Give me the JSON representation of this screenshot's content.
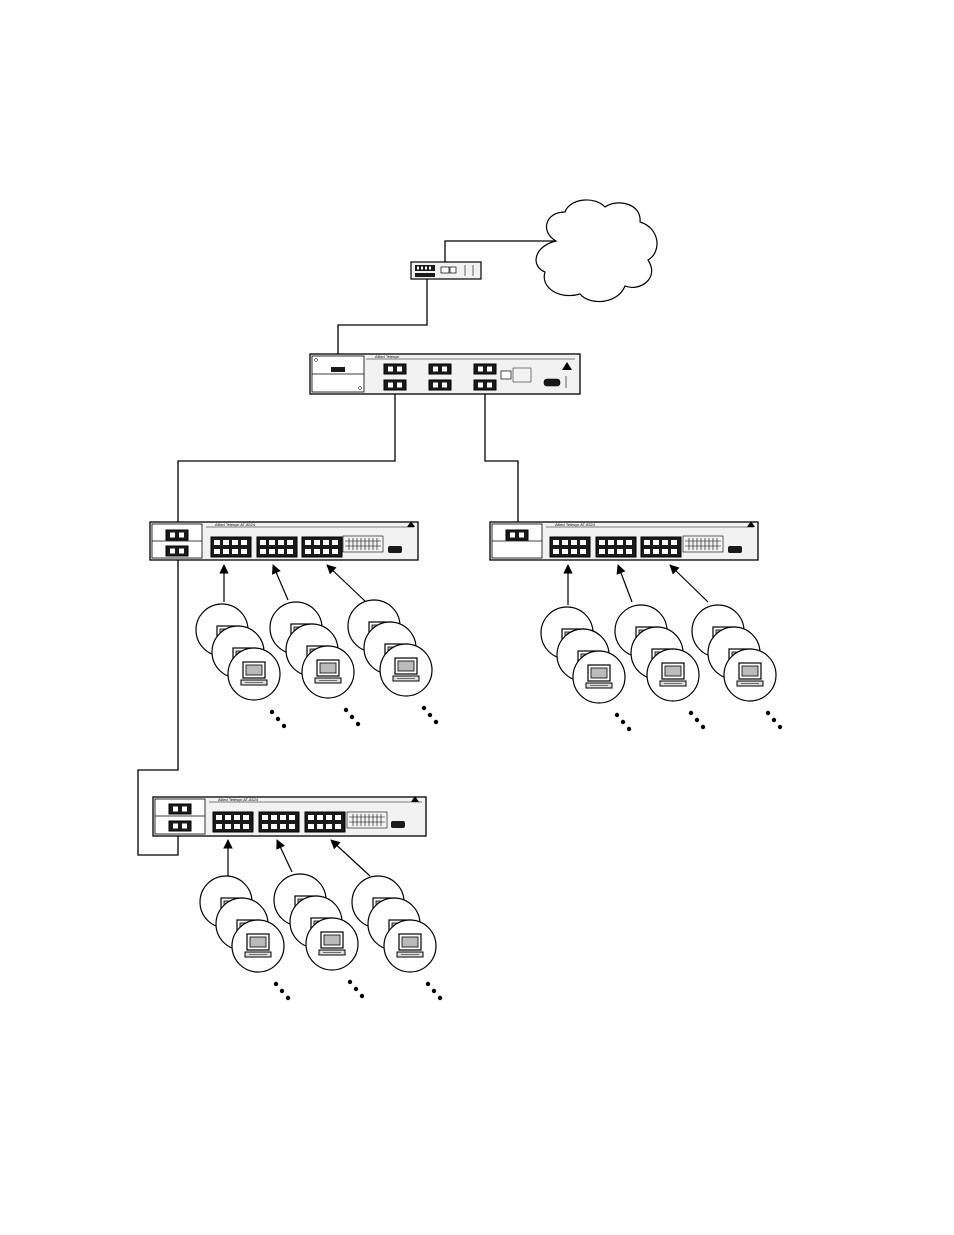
{
  "labels": {
    "core_switch_brand": "Allied Telesyn",
    "switch_left_brand": "Allied Telesyn AT-8324",
    "switch_right_brand": "Allied Telesyn AT-8324",
    "switch_bottom_brand": "Allied Telesyn AT-8324"
  },
  "icons": {
    "cloud": "cloud-icon",
    "router": "router-icon",
    "core_switch": "core-switch-icon",
    "edge_switch": "edge-switch-icon",
    "workstation": "workstation-icon",
    "ellipsis": "ellipsis-dots-icon"
  },
  "colors": {
    "line": "#000000",
    "device_fill": "#f2f2f2",
    "port_fill": "#1a1a1a",
    "background": "#ffffff"
  }
}
